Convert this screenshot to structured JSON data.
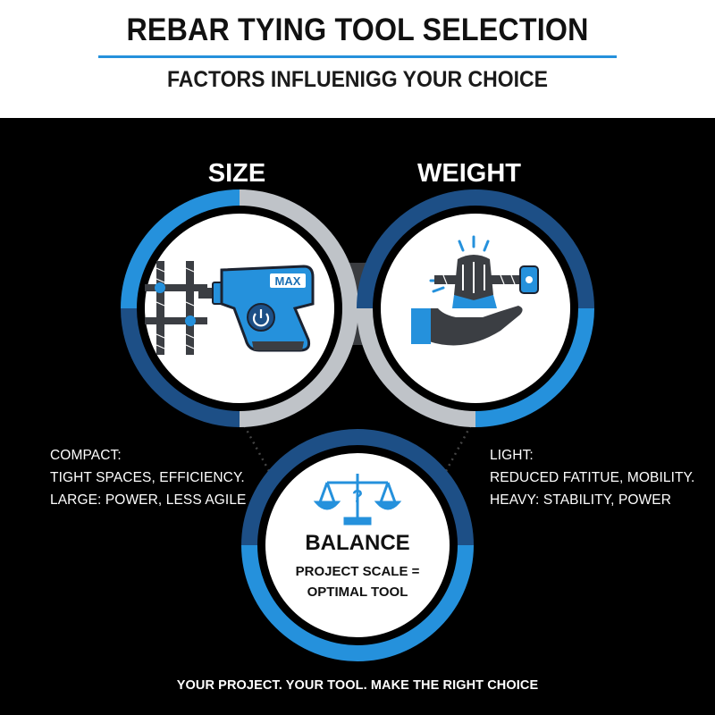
{
  "header": {
    "title": "REBAR TYING TOOL SELECTION",
    "subtitle": "FACTORS INFLUENIGG YOUR CHOICE"
  },
  "size": {
    "label": "SIZE",
    "notes": [
      "COMPACT:",
      "TIGHT SPACES, EFFICIENCY.",
      "LARGE: POWER, LESS AGILE"
    ],
    "tool_badge": "MAX"
  },
  "weight": {
    "label": "WEIGHT",
    "notes": [
      "LIGHT:",
      "REDUCED FATITUE, MOBILITY.",
      "HEAVY: STABILITY, POWER"
    ]
  },
  "balance": {
    "title": "BALANCE",
    "lines": [
      "PROJECT SCALE =",
      "OPTIMAL TOOL"
    ],
    "scale_symbol": "?"
  },
  "footer": {
    "tagline": "YOUR PROJECT. YOUR TOOL. MAKE THE RIGHT CHOICE"
  },
  "colors": {
    "accent_blue": "#2591dc",
    "dark_blue": "#1d4f86",
    "gray": "#bfc3c8",
    "dark_gray": "#3b3e43",
    "background": "#000000"
  },
  "icons": [
    "rebar-grid-icon",
    "rebar-tying-tool-icon",
    "hand-gripping-rebar-icon",
    "balance-scale-icon",
    "power-icon"
  ]
}
